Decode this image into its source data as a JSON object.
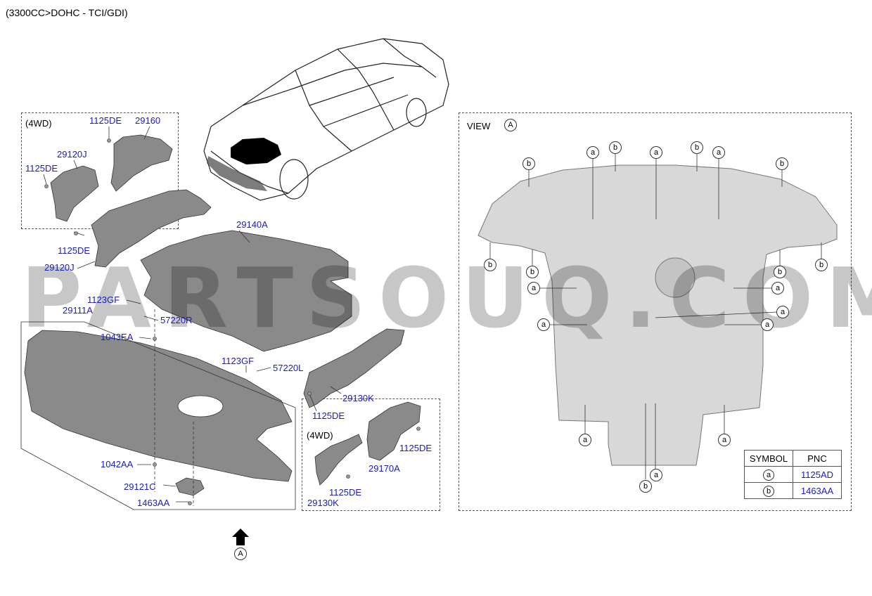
{
  "header": {
    "title": "(3300CC>DOHC - TCI/GDI)"
  },
  "left_groups": {
    "top_4wd_label": "(4WD)",
    "bottom_4wd_label": "(4WD)"
  },
  "parts": [
    {
      "id": "p1",
      "text": "1125DE"
    },
    {
      "id": "p2",
      "text": "29160"
    },
    {
      "id": "p3",
      "text": "29120J"
    },
    {
      "id": "p4",
      "text": "1125DE"
    },
    {
      "id": "p5",
      "text": "1125DE"
    },
    {
      "id": "p6",
      "text": "29120J"
    },
    {
      "id": "p7",
      "text": "29140A"
    },
    {
      "id": "p8",
      "text": "1123GF"
    },
    {
      "id": "p9",
      "text": "29111A"
    },
    {
      "id": "p10",
      "text": "57220R"
    },
    {
      "id": "p11",
      "text": "1043EA"
    },
    {
      "id": "p12",
      "text": "1123GF"
    },
    {
      "id": "p13",
      "text": "57220L"
    },
    {
      "id": "p14",
      "text": "29130K"
    },
    {
      "id": "p15",
      "text": "1125DE"
    },
    {
      "id": "p16",
      "text": "1125DE"
    },
    {
      "id": "p17",
      "text": "29170A"
    },
    {
      "id": "p18",
      "text": "1042AA"
    },
    {
      "id": "p19",
      "text": "29121C"
    },
    {
      "id": "p20",
      "text": "1125DE"
    },
    {
      "id": "p21",
      "text": "1463AA"
    },
    {
      "id": "p22",
      "text": "29130K"
    }
  ],
  "view": {
    "label": "VIEW",
    "marker": "A"
  },
  "arrow_marker": "A",
  "callouts": {
    "a": "a",
    "b": "b"
  },
  "symbol_table": {
    "headers": [
      "SYMBOL",
      "PNC"
    ],
    "rows": [
      {
        "symbol": "a",
        "pnc": "1125AD"
      },
      {
        "symbol": "b",
        "pnc": "1463AA"
      }
    ]
  },
  "watermark": "PARTSOUQ.COM",
  "colors": {
    "link": "#1a1ac8",
    "shield_fill": "#8a8a8a",
    "view_fill": "#d8d8d8"
  }
}
